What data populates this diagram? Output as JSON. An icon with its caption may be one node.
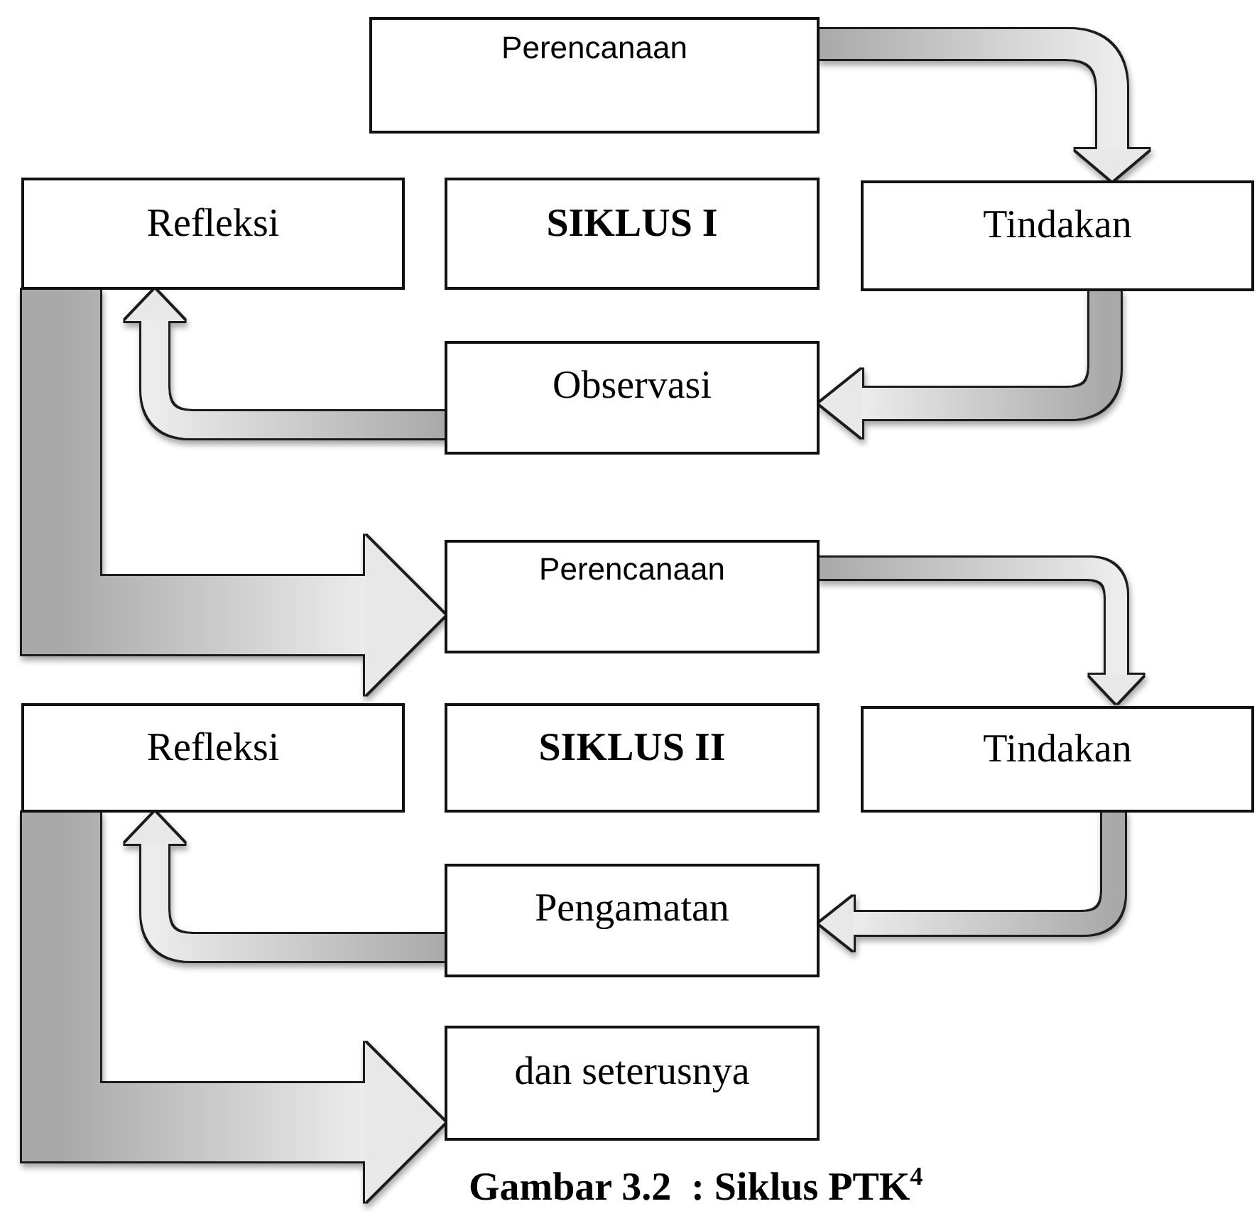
{
  "diagram": {
    "caption": "Gambar 3.2  : Siklus PTK$^{4}$",
    "nodes": [
      {
        "text": [
          "Perencanaan"
        ]
      },
      {
        "text": [
          "Refleksi"
        ]
      },
      {
        "text": [
          "SIKLUS I"
        ]
      },
      {
        "text": [
          "Tindakan"
        ]
      },
      {
        "text": [
          "Observasi"
        ]
      },
      {
        "text": [
          "Perencanaan"
        ]
      },
      {
        "text": [
          "Refleksi"
        ]
      },
      {
        "text": [
          "SIKLUS II"
        ]
      },
      {
        "text": [
          "Tindakan"
        ]
      },
      {
        "text": [
          "Pengamatan"
        ]
      },
      {
        "text": [
          "dan seterusnya"
        ]
      }
    ],
    "edges": [
      {
        "from": 0,
        "to": 3,
        "arrow": "to"
      },
      {
        "from": 3,
        "to": 4,
        "arrow": "to"
      },
      {
        "from": 4,
        "to": 1,
        "arrow": "to"
      },
      {
        "from": 1,
        "to": 5,
        "arrow": "to",
        "style": "thick"
      },
      {
        "from": 5,
        "to": 8,
        "arrow": "to"
      },
      {
        "from": 8,
        "to": 9,
        "arrow": "to"
      },
      {
        "from": 9,
        "to": 6,
        "arrow": "to"
      },
      {
        "from": 6,
        "to": 10,
        "arrow": "to",
        "style": "thick"
      }
    ]
  }
}
